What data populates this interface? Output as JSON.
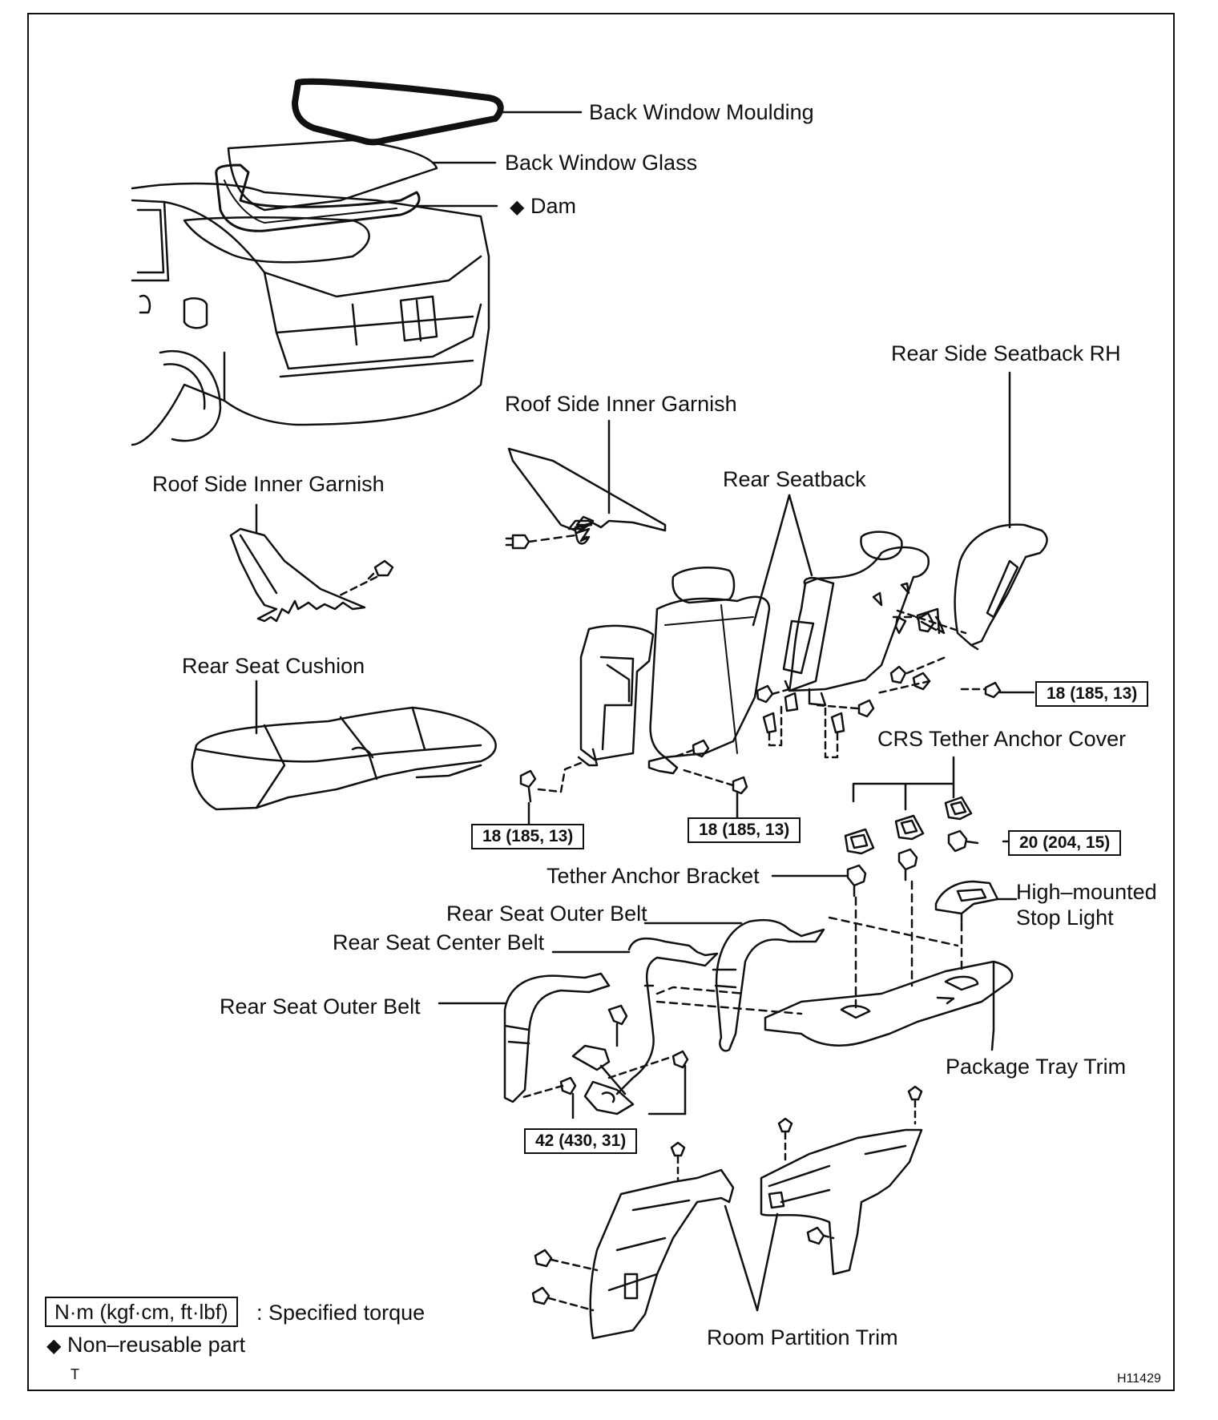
{
  "labels": {
    "back_window_moulding": "Back Window Moulding",
    "back_window_glass": "Back Window Glass",
    "dam_symbol": "◆",
    "dam": "Dam",
    "rear_side_seatback_rh": "Rear Side Seatback RH",
    "roof_side_inner_garnish_right": "Roof Side Inner Garnish",
    "roof_side_inner_garnish_left": "Roof Side Inner Garnish",
    "rear_seatback": "Rear Seatback",
    "rear_seat_cushion": "Rear Seat Cushion",
    "crs_tether_anchor_cover": "CRS Tether Anchor Cover",
    "tether_anchor_bracket": "Tether Anchor Bracket",
    "high_mounted_stop_light_1": "High–mounted",
    "high_mounted_stop_light_2": "Stop Light",
    "rear_seat_outer_belt_upper": "Rear Seat Outer Belt",
    "rear_seat_center_belt": "Rear Seat Center Belt",
    "rear_seat_outer_belt_lower": "Rear Seat Outer Belt",
    "package_tray_trim": "Package Tray Trim",
    "room_partition_trim": "Room Partition Trim"
  },
  "torques": {
    "seatback_rh": "18 (185, 13)",
    "seatback_left": "18 (185, 13)",
    "seatback_center": "18 (185, 13)",
    "tether_bracket": "20 (204, 15)",
    "belt": "42 (430, 31)"
  },
  "legend": {
    "unit_box": "N·m (kgf·cm, ft·lbf)",
    "unit_desc": ": Specified torque",
    "nonreusable_symbol": "◆",
    "nonreusable": "Non–reusable part"
  },
  "footer": {
    "corner_mark": "T",
    "figure_id": "H11429"
  }
}
